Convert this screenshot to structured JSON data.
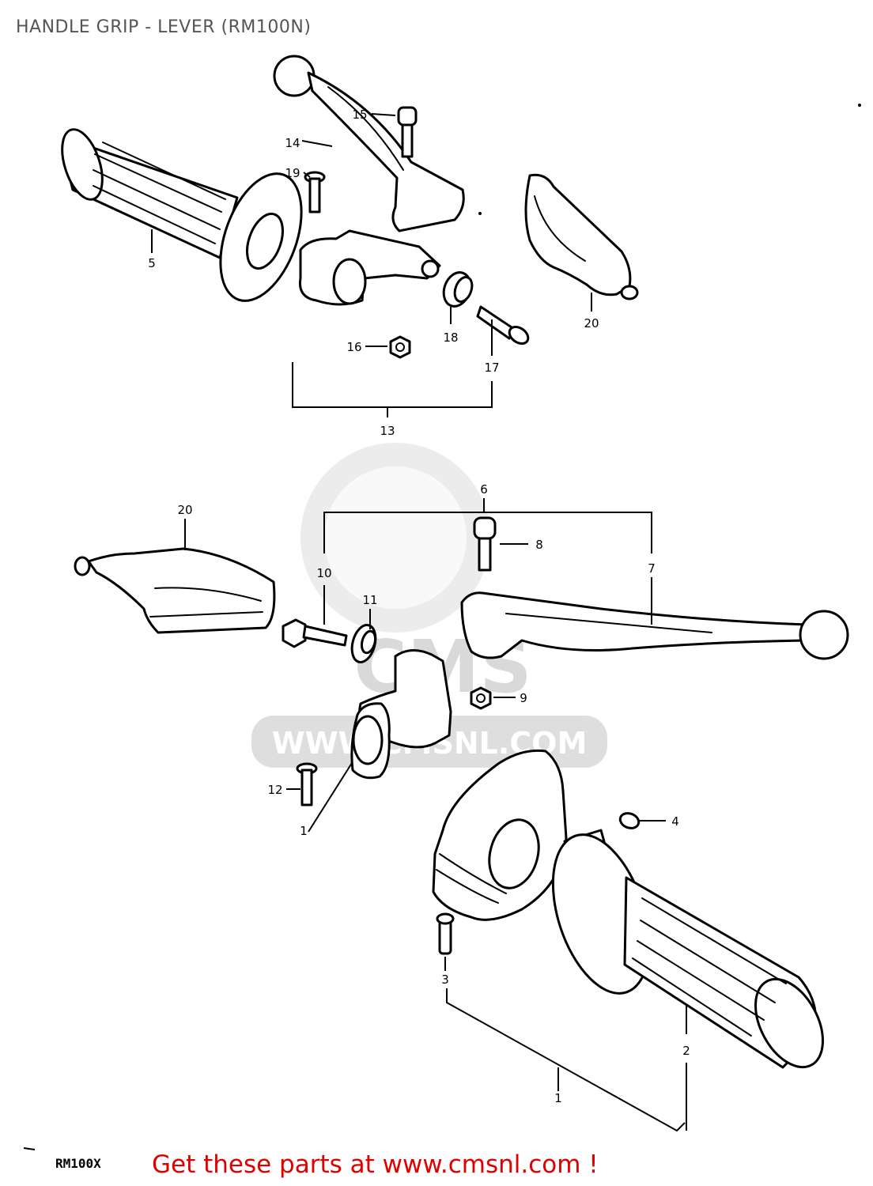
{
  "title": "HANDLE GRIP - LEVER (RM100N)",
  "watermark": {
    "brand": "CMS",
    "url": "WWW.CMSNL.COM",
    "color": "#d9d9d9"
  },
  "model_code": "RM100X",
  "cta": {
    "text": "Get these parts at www.cmsnl.com !",
    "color": "#e00000"
  },
  "callouts": [
    {
      "id": "c1",
      "label": "1"
    },
    {
      "id": "c2",
      "label": "2"
    },
    {
      "id": "c3",
      "label": "3"
    },
    {
      "id": "c4",
      "label": "4"
    },
    {
      "id": "c5",
      "label": "5"
    },
    {
      "id": "c6",
      "label": "6"
    },
    {
      "id": "c7",
      "label": "7"
    },
    {
      "id": "c8",
      "label": "8"
    },
    {
      "id": "c9",
      "label": "9"
    },
    {
      "id": "c10",
      "label": "10"
    },
    {
      "id": "c11",
      "label": "11"
    },
    {
      "id": "c12",
      "label": "12"
    },
    {
      "id": "c13",
      "label": "13"
    },
    {
      "id": "c14",
      "label": "14"
    },
    {
      "id": "c15",
      "label": "15"
    },
    {
      "id": "c16",
      "label": "16"
    },
    {
      "id": "c17",
      "label": "17"
    },
    {
      "id": "c18",
      "label": "18"
    },
    {
      "id": "c19",
      "label": "19"
    },
    {
      "id": "c20a",
      "label": "20"
    },
    {
      "id": "c20b",
      "label": "20"
    },
    {
      "id": "c1b",
      "label": "1"
    }
  ]
}
